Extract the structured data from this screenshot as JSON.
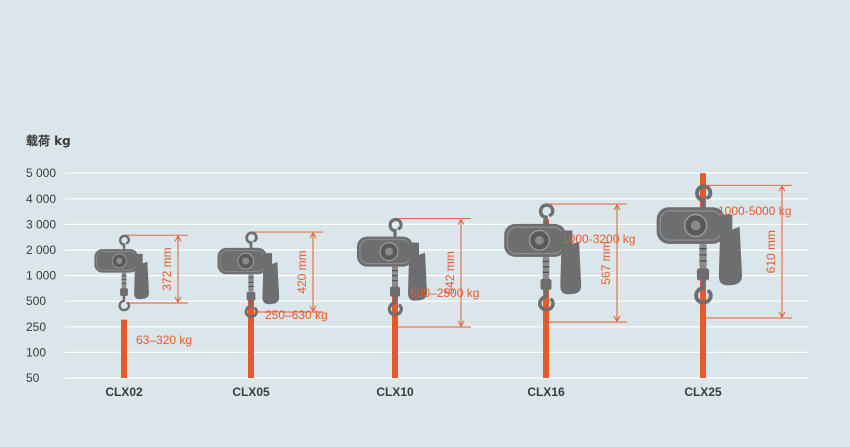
{
  "chart_data": {
    "type": "bar",
    "ylabel": "载荷 kg",
    "yticks": [
      "50",
      "100",
      "250",
      "500",
      "1 000",
      "2 000",
      "3 000",
      "4 000",
      "5 000"
    ],
    "yscale": "categorical-log",
    "categories": [
      "CLX02",
      "CLX05",
      "CLX10",
      "CLX16",
      "CLX25"
    ],
    "series": [
      {
        "values": [
          320,
          630,
          2500,
          3200,
          5000
        ]
      }
    ],
    "capacity_labels": [
      "63–320 kg",
      "250–630 kg",
      "500–2500 kg",
      "1000-3200 kg",
      "1000-5000 kg"
    ],
    "capacity_min": [
      63,
      250,
      500,
      1000,
      1000
    ],
    "headroom_labels": [
      "372 mm",
      "420 mm",
      "542 mm",
      "567 mm",
      "610 mm"
    ],
    "headroom_mm": [
      372,
      420,
      542,
      567,
      610
    ],
    "grid": true,
    "colors": {
      "bar": "#e8592a",
      "grid": "#ffffff",
      "hoist": "#6d6e70",
      "text": "#3a3a3a",
      "background": "#dae6ea"
    }
  }
}
